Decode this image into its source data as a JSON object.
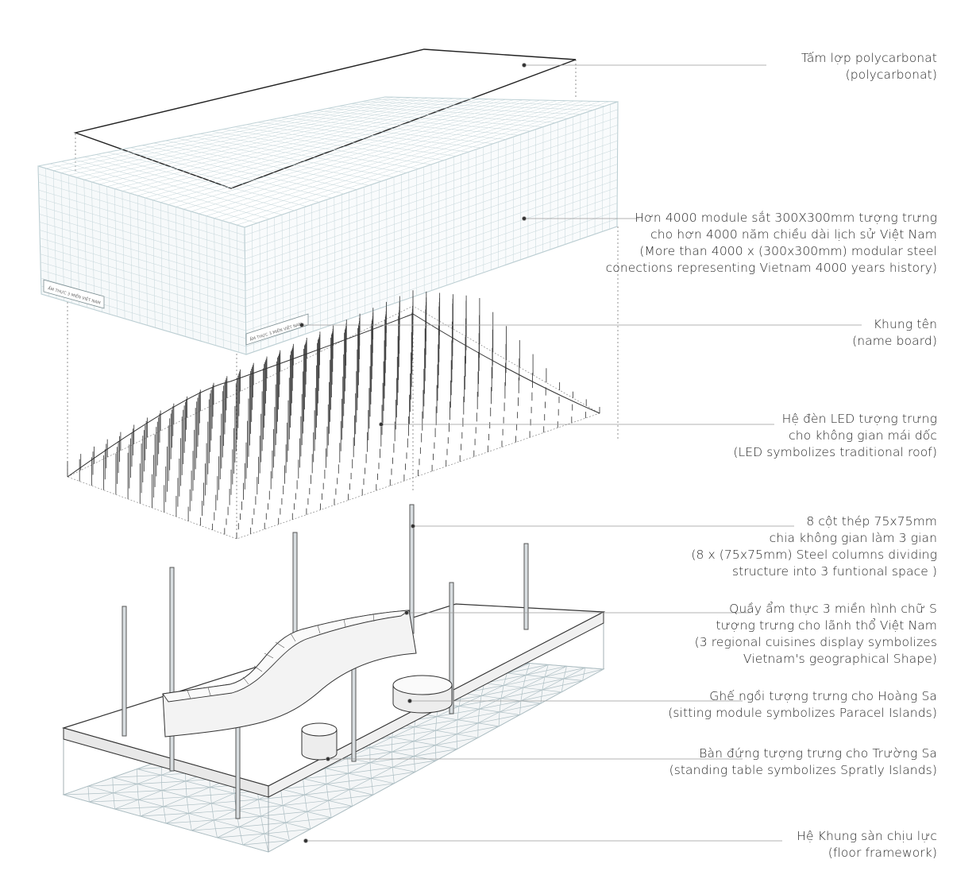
{
  "annotations": [
    {
      "id": "roof",
      "lines": [
        "Tấm lợp polycarbonat",
        "(polycarbonat)"
      ]
    },
    {
      "id": "steel-modules",
      "lines": [
        "Hơn 4000 module sắt 300X300mm tượng trưng",
        "cho hơn 4000 năm chiều dài lịch sử Việt Nam",
        "(More than 4000 x (300x300mm) modular steel",
        "conections representing Vietnam 4000 years history)"
      ]
    },
    {
      "id": "name-board",
      "lines": [
        "Khung tên",
        "(name board)"
      ]
    },
    {
      "id": "led-system",
      "lines": [
        "Hệ đèn LED tượng trưng",
        "cho không gian mái dốc",
        "(LED symbolizes traditional roof)"
      ]
    },
    {
      "id": "steel-columns",
      "lines": [
        "8 cột thép 75x75mm",
        "chia không gian làm 3 gian",
        "(8 x (75x75mm) Steel columns dividing",
        "structure into 3 funtional space )"
      ]
    },
    {
      "id": "food-counter",
      "lines": [
        "Quầy ẩm thực 3 miền hình chữ S",
        "tượng trưng cho lãnh thổ Việt Nam",
        "(3 regional cuisines display symbolizes",
        "Vietnam's geographical Shape)"
      ]
    },
    {
      "id": "seating",
      "lines": [
        "Ghế ngồi tượng trưng cho Hoàng Sa",
        "(sitting module symbolizes Paracel Islands)"
      ]
    },
    {
      "id": "standing-table",
      "lines": [
        "Bàn đứng tượng trưng cho Trường Sa",
        "(standing table symbolizes Spratly Islands)"
      ]
    },
    {
      "id": "floor-frame",
      "lines": [
        "Hệ Khung sàn chịu lực",
        "(floor framework)"
      ]
    }
  ],
  "name_board": {
    "front": "ẨM THỰC 3 MIỀN VIỆT NAM",
    "side": "ẨM THỰC 3 MIỀN VIỆT NAM"
  }
}
